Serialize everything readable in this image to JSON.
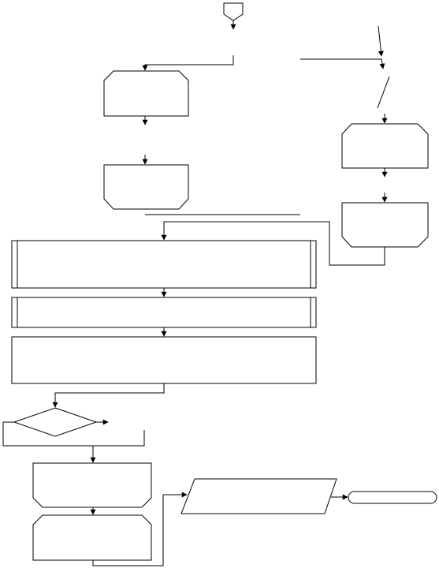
{
  "diagram": {
    "type": "flowchart",
    "colors": {
      "line": "#000000",
      "background": "#ffffff"
    },
    "nodes": [
      {
        "id": "start-connector",
        "shape": "offpage-connector",
        "label": ""
      },
      {
        "id": "left-step-1",
        "shape": "preparation-box",
        "label": ""
      },
      {
        "id": "left-step-2",
        "shape": "manual-box",
        "label": ""
      },
      {
        "id": "right-step-1",
        "shape": "preparation-box",
        "label": ""
      },
      {
        "id": "right-step-2",
        "shape": "manual-box",
        "label": ""
      },
      {
        "id": "process-1",
        "shape": "predefined-process",
        "label": ""
      },
      {
        "id": "process-2",
        "shape": "predefined-process",
        "label": ""
      },
      {
        "id": "process-3",
        "shape": "rectangle",
        "label": ""
      },
      {
        "id": "decision",
        "shape": "diamond",
        "label": ""
      },
      {
        "id": "bottom-step-1",
        "shape": "preparation-box",
        "label": ""
      },
      {
        "id": "bottom-step-2",
        "shape": "manual-box",
        "label": ""
      },
      {
        "id": "io-output",
        "shape": "parallelogram",
        "label": ""
      },
      {
        "id": "terminator",
        "shape": "terminator",
        "label": ""
      }
    ]
  }
}
